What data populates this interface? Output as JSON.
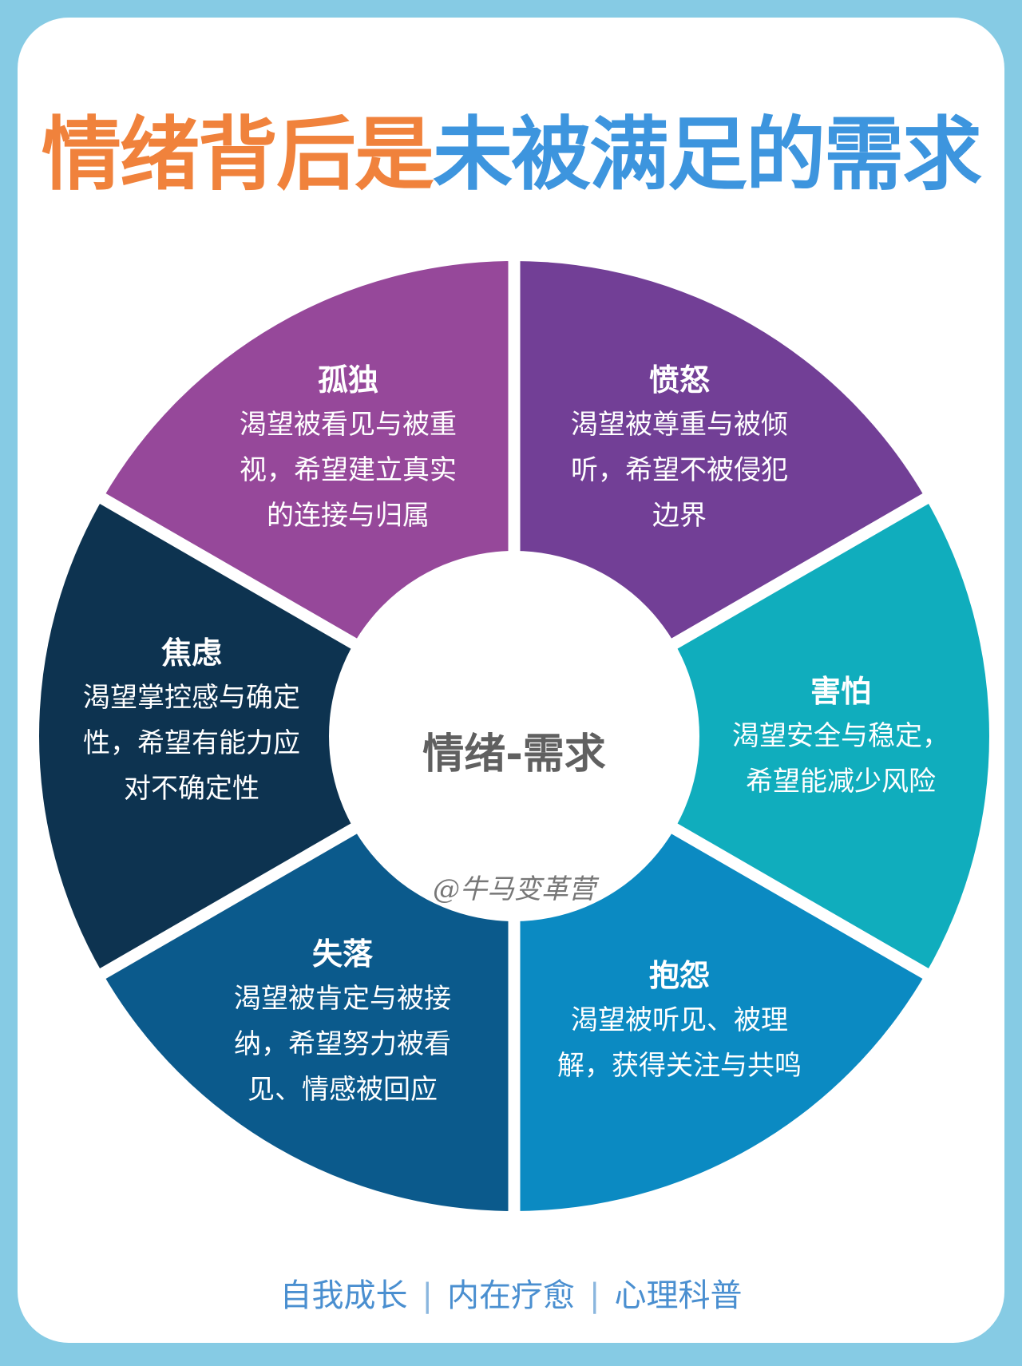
{
  "title": {
    "part1": "情绪背后是",
    "part2": "未被满足的需求"
  },
  "center_label": "情绪-需求",
  "handle": "@牛马变革营",
  "segments": [
    {
      "title": "愤怒",
      "desc": "渴望被尊重与被倾\n听，希望不被侵犯\n边界",
      "color": "#723f96"
    },
    {
      "title": "害怕",
      "desc": "渴望安全与稳定，\n希望能减少风险",
      "color": "#10adbd"
    },
    {
      "title": "抱怨",
      "desc": "渴望被听见、被理\n解，获得关注与共鸣",
      "color": "#0b8ac2"
    },
    {
      "title": "失落",
      "desc": "渴望被肯定与被接\n纳，希望努力被看\n见、情感被回应",
      "color": "#0b5a8c"
    },
    {
      "title": "焦虑",
      "desc": "渴望掌控感与确定\n性，希望有能力应\n对不确定性",
      "color": "#0d3350"
    },
    {
      "title": "孤独",
      "desc": "渴望被看见与被重\n视，希望建立真实\n的连接与归属",
      "color": "#96489a"
    }
  ],
  "footer": {
    "items": [
      "自我成长",
      "内在疗愈",
      "心理科普"
    ]
  },
  "colors": {
    "background": "#86cbe4",
    "title_orange": "#f0823c",
    "title_blue": "#3d95de"
  }
}
